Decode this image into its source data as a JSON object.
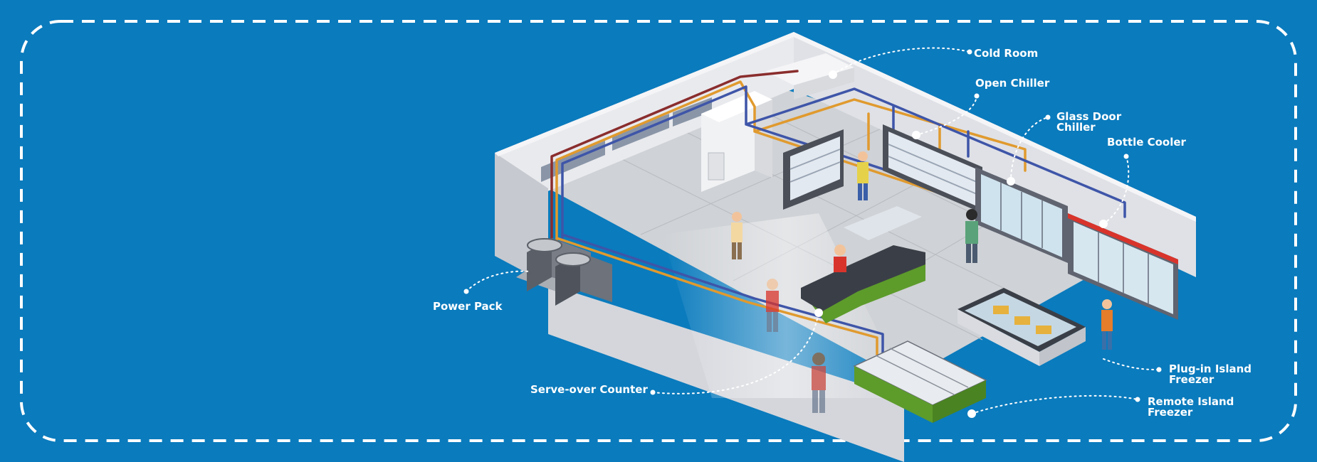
{
  "colors": {
    "background": "#0a7bbd",
    "frame": "#ffffff",
    "pipe_blue": "#3e55a8",
    "pipe_orange": "#e09a2e",
    "pipe_red": "#8a2d2d",
    "floor": "#cfd2d6",
    "wall": "#e9eaee",
    "counter_green": "#5d9b2b",
    "freezer_red": "#d9342b"
  },
  "labels": {
    "cold_room": "Cold Room",
    "open_chiller": "Open Chiller",
    "glass_door_chiller": [
      "Glass Door",
      "Chiller"
    ],
    "bottle_cooler": "Bottle Cooler",
    "power_pack": "Power Pack",
    "serve_over_counter": "Serve-over Counter",
    "plugin_island_freezer": [
      "Plug-in Island",
      "Freezer"
    ],
    "remote_island_freezer": [
      "Remote Island",
      "Freezer"
    ]
  }
}
